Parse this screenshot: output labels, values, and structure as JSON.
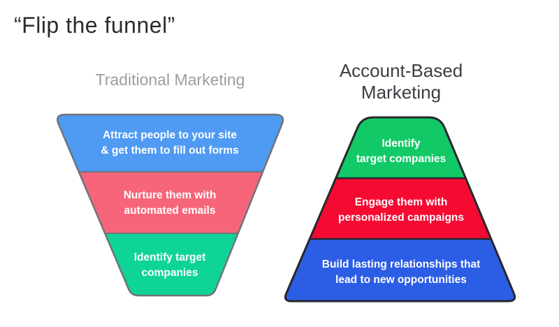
{
  "title": "“Flip the funnel”",
  "colors": {
    "left_outline": "#6f7478",
    "right_outline": "#26282c",
    "label_text": "#ffffff"
  },
  "traditional": {
    "heading": "Traditional Marketing",
    "shape": "inverted-funnel",
    "sections": [
      {
        "name": "attract",
        "color": "#4f9af3",
        "lines": [
          "Attract people to your site",
          "& get them to fill out forms"
        ]
      },
      {
        "name": "nurture",
        "color": "#f7657b",
        "lines": [
          "Nurture them with",
          "automated emails"
        ]
      },
      {
        "name": "identify",
        "color": "#0fd498",
        "lines": [
          "Identify target",
          "companies"
        ]
      }
    ]
  },
  "abm": {
    "heading_lines": [
      "Account-Based",
      "Marketing"
    ],
    "shape": "pyramid",
    "sections": [
      {
        "name": "identify",
        "color": "#12c967",
        "lines": [
          "Identify",
          "target companies"
        ]
      },
      {
        "name": "engage",
        "color": "#f50a32",
        "lines": [
          "Engage them with",
          "personalized campaigns"
        ]
      },
      {
        "name": "build",
        "color": "#2c5de5",
        "lines": [
          "Build lasting relationships that",
          "lead to new opportunities"
        ]
      }
    ]
  }
}
